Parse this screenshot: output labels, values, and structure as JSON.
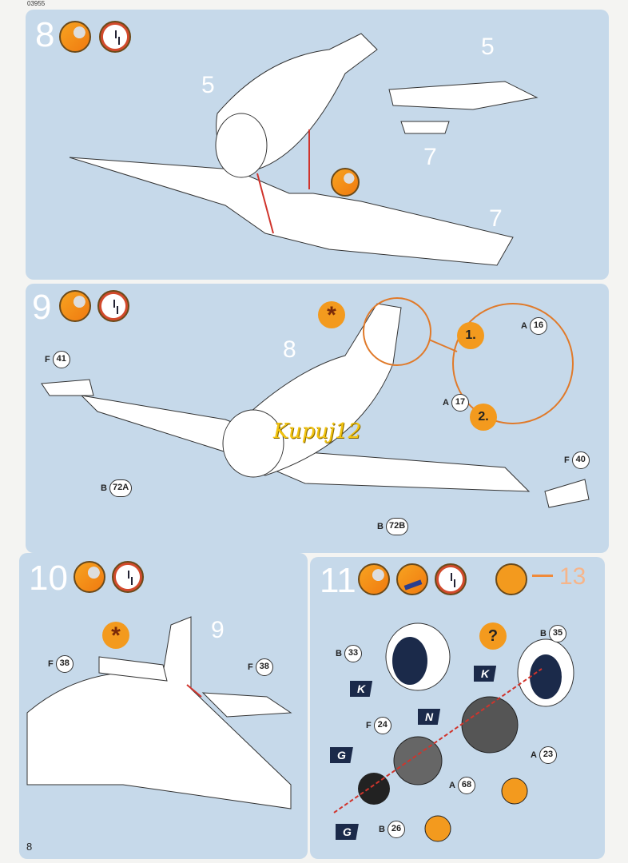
{
  "header": {
    "code": "03955"
  },
  "page_number": "8",
  "steps": [
    {
      "number": "8",
      "labels": [
        "5",
        "5",
        "7",
        "7"
      ]
    },
    {
      "number": "9",
      "label_fuselage": "8",
      "sub_steps": [
        "1.",
        "2."
      ],
      "parts": [
        {
          "sprue": "F",
          "num": "41"
        },
        {
          "sprue": "A",
          "num": "16"
        },
        {
          "sprue": "A",
          "num": "17"
        },
        {
          "sprue": "B",
          "num": "72A"
        },
        {
          "sprue": "F",
          "num": "40"
        },
        {
          "sprue": "B",
          "num": "72B"
        }
      ],
      "watermark": "Kupuj12"
    },
    {
      "number": "10",
      "label_tail": "9",
      "parts": [
        {
          "sprue": "F",
          "num": "38"
        },
        {
          "sprue": "F",
          "num": "38"
        }
      ]
    },
    {
      "number": "11",
      "goto": "13",
      "question": "?",
      "parts": [
        {
          "sprue": "B",
          "num": "33"
        },
        {
          "sprue": "B",
          "num": "35"
        },
        {
          "sprue": "F",
          "num": "24"
        },
        {
          "sprue": "A",
          "num": "23"
        },
        {
          "sprue": "A",
          "num": "68"
        },
        {
          "sprue": "B",
          "num": "26"
        }
      ],
      "paint_codes": [
        "K",
        "K",
        "N",
        "G",
        "G"
      ]
    }
  ],
  "colors": {
    "panel": "#c6d9ea",
    "accent": "#f39a1e",
    "arrow": "#d0342c"
  }
}
